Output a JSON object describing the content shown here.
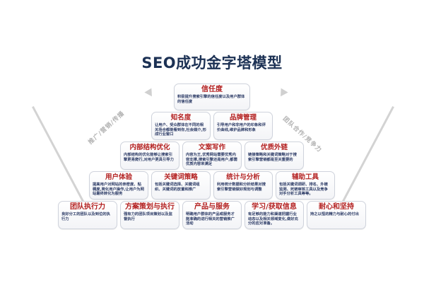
{
  "title": "SEO成功金字塔模型",
  "colors": {
    "title": "#1c3154",
    "card_heading": "#b32020",
    "card_body": "#2c3b66",
    "rail": "#d3d3d3",
    "rail_label": "#b2b2b2",
    "background": "#ffffff"
  },
  "rails": {
    "left_label": "推广/营销/传播",
    "right_label": "团队合作/竞争力"
  },
  "tiers": [
    {
      "level": 1,
      "cards": [
        {
          "heading": "信任度",
          "body": "积极提升搜索引擎的信任度以及用户群体的信任度"
        }
      ]
    },
    {
      "level": 2,
      "cards": [
        {
          "heading": "知名度",
          "body": "让用户、受众群体在不同的相关场合都能看到你,社会媒介,形成行业窗口"
        },
        {
          "heading": "品牌管理",
          "body": "引导用户和非用户的印象和评价曲线,维护品牌和形象"
        }
      ]
    },
    {
      "level": 3,
      "cards": [
        {
          "heading": "内部结构优化",
          "body": "内部结构的优化能够让搜索引擎更易爬行,对用户更具引导力"
        },
        {
          "heading": "文案写作",
          "body": "内容为王,优秀网站需要优秀内容支撑,搜索引擎还是用户,都需优质内容来满足"
        },
        {
          "heading": "优质外链",
          "body": "链接策略和关键词策略对于搜索引擎营销都是至关重要的"
        }
      ]
    },
    {
      "level": 4,
      "cards": [
        {
          "heading": "用户体验",
          "body": "提高用户对网站的亲密度、粘稠度,简化用户操作,让用户为网站最终转化为服务"
        },
        {
          "heading": "关键词策略",
          "body": "包括关键词选择、关键词组织、关键词的放置和推广"
        },
        {
          "heading": "统计与分析",
          "body": "利用统计数据和分析结果对搜索引擎营销做好规划与调整"
        },
        {
          "heading": "辅助工具",
          "body": "包括关键词调研、排名、外链监测、死链审核工具以及竞争对手分析工具等等。"
        }
      ]
    },
    {
      "level": 5,
      "cards": [
        {
          "heading": "团队执行力",
          "body": "良好分工的团队以及到位的执行力"
        },
        {
          "heading": "方案策划与执行",
          "body": "强有力的团队项目策划以及监督执行"
        },
        {
          "heading": "产品与服务",
          "body": "明确用户群体的产品或服务才能准确的进行相关的营销推广活动"
        },
        {
          "heading": "学习/获取信息",
          "body": "有足够的能力和渠道把握行业动态以及相关领域变化,做好充分的应对准备。"
        },
        {
          "heading": "耐心和坚持",
          "body": "持之以恒的精力与耐心的付出"
        }
      ]
    }
  ]
}
